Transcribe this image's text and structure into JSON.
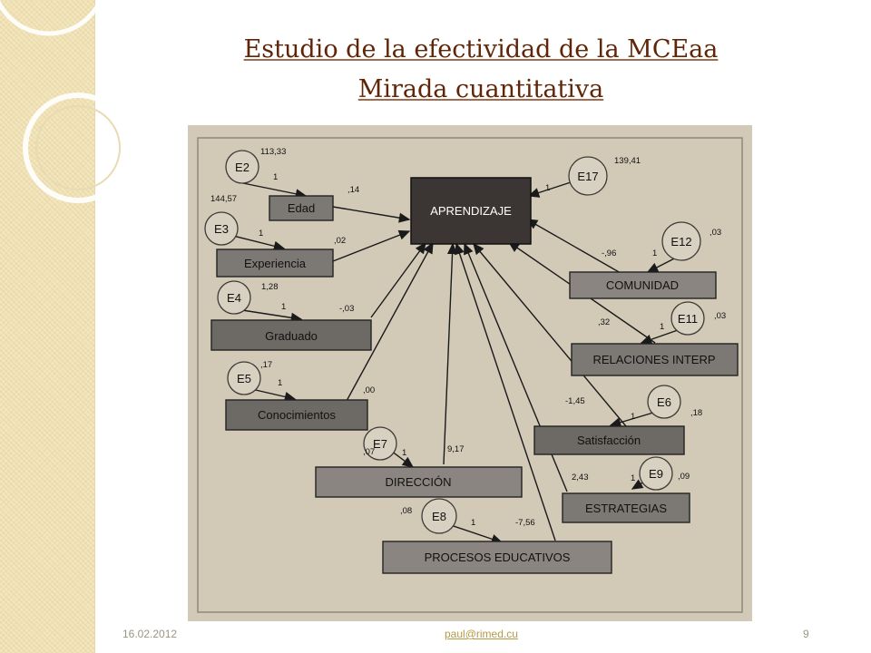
{
  "slide": {
    "title_line1": "Estudio de la efectividad de la MCEaa",
    "title_line2": "Mirada cuantitativa",
    "date": "16.02.2012",
    "email": "paul@rimed.cu",
    "page_number": "9"
  },
  "diagram": {
    "central_node": "APRENDIZAJE",
    "variables": [
      {
        "id": "edad",
        "label": "Edad",
        "error_id": "E2",
        "error_variance": "113,33",
        "error_weight": "1",
        "coefficient": ",14"
      },
      {
        "id": "experiencia",
        "label": "Experiencia",
        "error_id": "E3",
        "error_variance": "144,57",
        "error_weight": "1",
        "coefficient": ",02"
      },
      {
        "id": "graduado",
        "label": "Graduado",
        "error_id": "E4",
        "error_variance": "1,28",
        "error_weight": "1",
        "coefficient": "-,03"
      },
      {
        "id": "conocimientos",
        "label": "Conocimientos",
        "error_id": "E5",
        "error_variance": ",17",
        "error_weight": "1",
        "coefficient": ",00"
      },
      {
        "id": "direccion",
        "label": "DIRECCIÓN",
        "error_id": "E7",
        "error_variance": ",07",
        "error_weight": "1",
        "coefficient": "9,17"
      },
      {
        "id": "procesos",
        "label": "PROCESOS  EDUCATIVOS",
        "error_id": "E8",
        "error_variance": ",08",
        "error_weight": "1",
        "coefficient": "-7,56"
      },
      {
        "id": "estrategias",
        "label": "ESTRATEGIAS",
        "error_id": "E9",
        "error_variance": ",09",
        "error_weight": "1",
        "coefficient": "2,43"
      },
      {
        "id": "satisfaccion",
        "label": "Satisfacción",
        "error_id": "E6",
        "error_variance": ",18",
        "error_weight": "1",
        "coefficient": "-1,45"
      },
      {
        "id": "relaciones",
        "label": "RELACIONES  INTERP",
        "error_id": "E11",
        "error_variance": ",03",
        "error_weight": "1",
        "coefficient": ",32"
      },
      {
        "id": "comunidad",
        "label": "COMUNIDAD",
        "error_id": "E12",
        "error_variance": ",03",
        "error_weight": "1",
        "coefficient": "-,96"
      }
    ],
    "central_error": {
      "id": "E17",
      "variance": "139,41",
      "weight": "1"
    }
  }
}
